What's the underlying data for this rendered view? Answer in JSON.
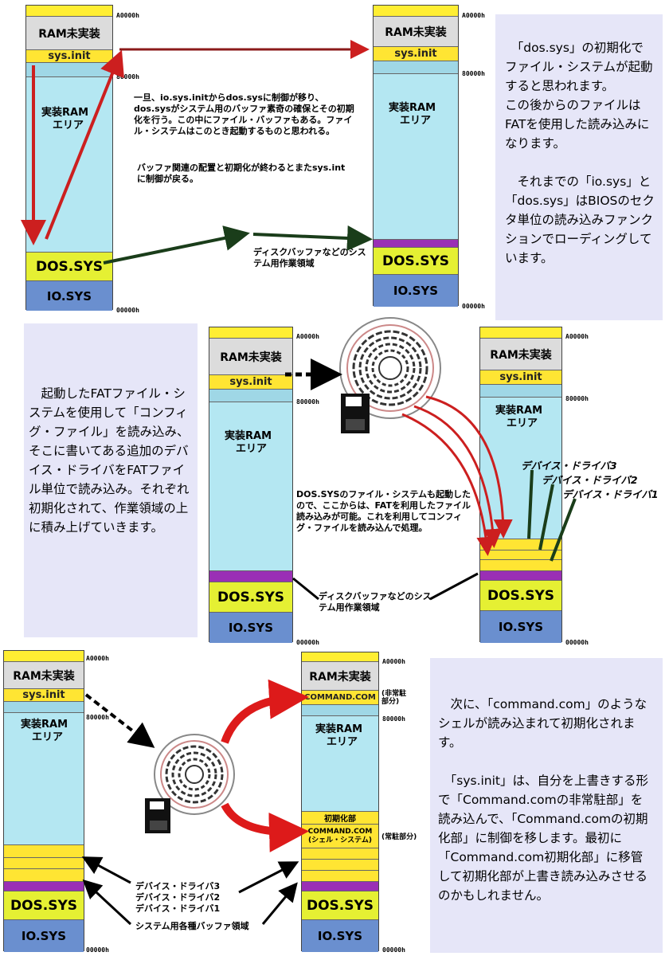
{
  "labels": {
    "ram_unmounted": "RAM未実装",
    "sys_init": "sys.init",
    "ram_area_1": "実装RAM",
    "ram_area_2": "エリア",
    "dos_sys": "DOS.SYS",
    "io_sys": "IO.SYS",
    "addr_a0000": "A0000h",
    "addr_80000": "80000h",
    "addr_00000": "00000h",
    "command_com": "COMMAND.COM",
    "non_resident": "(非常駐部分)",
    "init_part": "初期化部",
    "command_com_shell": "COMMAND.COM",
    "shell_system": "(シェル・システム)",
    "resident": "(常駐部分)"
  },
  "section1": {
    "note": "一旦、io.sys.initからdos.sysに制御が移り、dos.sysがシステム用のバッファ素奇の確保とその初期化を行う。この中にファイル・バッファもある。ファイル・システムはこのとき起動するものと思われる。",
    "note2": "バッファ関連の配置と初期化が終わるとまたsys.intに制御が戻る。",
    "disk_buffer": "ディスクバッファなどのシステム用作業領域",
    "panel": "　「dos.sys」の初期化でファイル・システムが起動すると思われます。\nこの後からのファイルはFATを使用した読み込みになります。\n\n　それまでの「io.sys」と「dos.sys」はBIOSのセクタ単位の読み込みファンクションでローディングしています。"
  },
  "section2": {
    "panel": "　起動したFATファイル・システムを使用して「コンフィグ・ファイル」を読み込み、そこに書いてある追加のデバイス・ドライバをFATファイル単位で読み込み。それぞれ初期化されて、作業領域の上に積み上げていきます。",
    "note": "DOS.SYSのファイル・システムも起動したので、ここからは、FATを利用したファイル読み込みが可能。これを利用してコンフィグ・ファイルを読み込んで処理。",
    "disk_buffer": "ディスクバッファなどのシステム用作業領域",
    "driver3": "デバイス・ドライバ3",
    "driver2": "デバイス・ドライバ2",
    "driver1": "デバイス・ドライバ1"
  },
  "section3": {
    "driver3": "デバイス・ドライバ3",
    "driver2": "デバイス・ドライバ2",
    "driver1": "デバイス・ドライバ1",
    "buffer": "システム用各種バッファ領域",
    "panel": "　次に、「command.com」のようなシェルが読み込まれて初期化されます。\n\n　「sys.init」は、自分を上書きする形で「Command.comの非常駐部」を読み込んで、「Command.comの初期化部」に制御を移します。最初に「Command.com初期化部」に移管して初期化部が上書き読み込みさせるのかもしれません。"
  },
  "colors": {
    "red_arrow": "#cc1f1f",
    "dark_green_arrow": "#1a3d1a",
    "purple": "#9a2fb5",
    "dos_yellow": "#e5f033",
    "io_blue": "#6a8fcf",
    "ram_cyan": "#b4e7f2",
    "panel_lavender": "#e6e6f8"
  }
}
